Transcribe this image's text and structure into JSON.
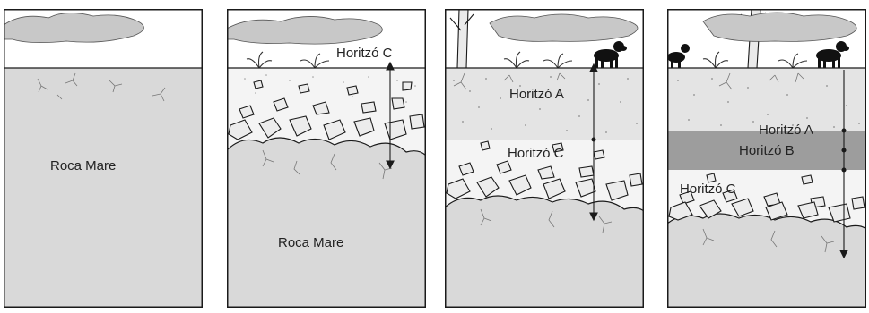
{
  "panels": [
    {
      "labels": {
        "roca_mare": "Roca Mare"
      }
    },
    {
      "labels": {
        "horitzo_c": "Horitzó C",
        "roca_mare": "Roca Mare"
      }
    },
    {
      "labels": {
        "horitzo_a": "Horitzó A",
        "horitzo_c": "Horitzó C"
      }
    },
    {
      "labels": {
        "horitzo_a": "Horitzó A",
        "horitzo_b": "Horitzó B",
        "horitzo_c": "Horitzó C"
      }
    }
  ],
  "colors": {
    "bedrock": "#d9d9d9",
    "sky": "#ffffff",
    "cloud": "#c8c8c8",
    "horizon_b": "#9d9d9d",
    "outline": "#1a1a1a"
  }
}
